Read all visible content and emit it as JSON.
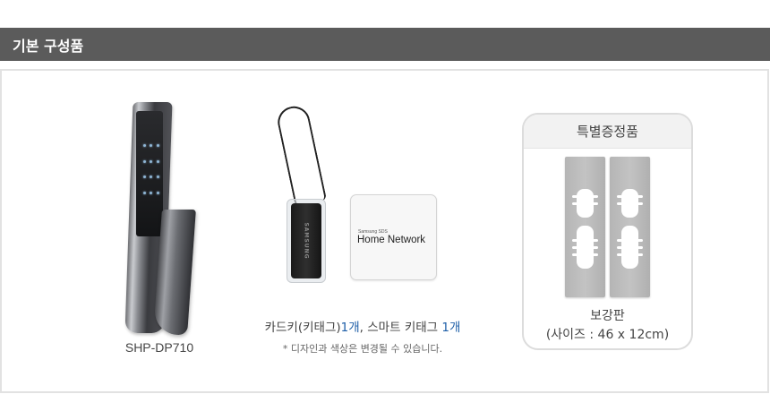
{
  "header": {
    "title": "기본 구성품"
  },
  "items": {
    "lock": {
      "model": "SHP-DP710"
    },
    "cards": {
      "card_key_label": "카드키(키태그)",
      "card_key_count": "1개",
      "separator": ", ",
      "smart_tag_label": "스마트 키태그 ",
      "smart_tag_count": "1개",
      "note": "* 디자인과 색상은 변경될 수 있습니다.",
      "card_key_brand": "SAMSUNG",
      "smart_tag_brand_sub": "Samsung SDS",
      "smart_tag_brand_title": "Home Network"
    },
    "gift": {
      "title": "특별증정품",
      "name": "보강판",
      "size": "(사이즈 : 46 x 12cm)"
    }
  },
  "colors": {
    "header_bg": "#5b5b5b",
    "accent_blue": "#1f5fa8",
    "border": "#e2e2e2"
  }
}
